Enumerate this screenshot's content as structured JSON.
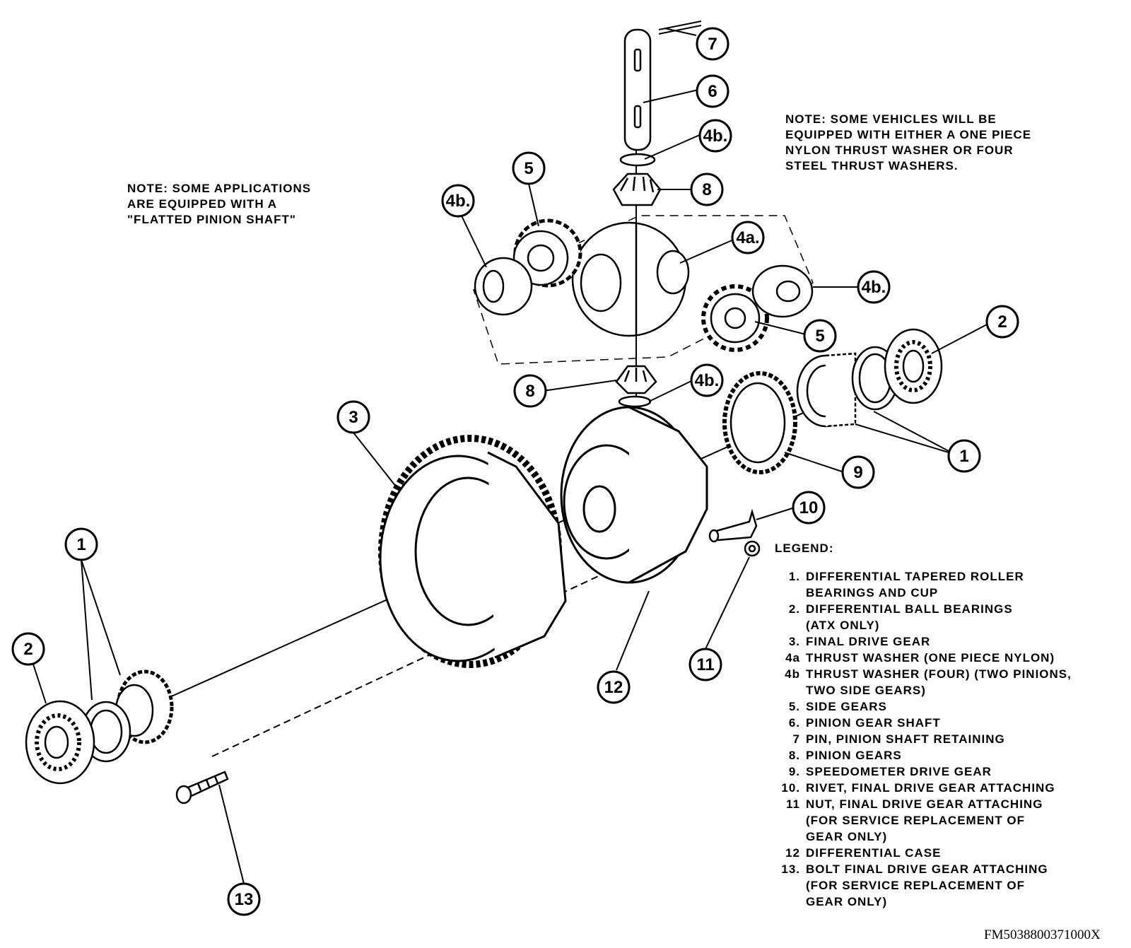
{
  "notes": {
    "left": "NOTE: SOME APPLICATIONS\nARE EQUIPPED WITH A\n\"FLATTED PINION SHAFT\"",
    "right": "NOTE: SOME VEHICLES WILL BE\nEQUIPPED WITH EITHER A ONE PIECE\nNYLON THRUST WASHER OR FOUR\nSTEEL THRUST WASHERS."
  },
  "callouts": [
    "7",
    "6",
    "4b.",
    "8",
    "5",
    "4b.",
    "4a.",
    "4b.",
    "5",
    "2",
    "8",
    "4b.",
    "3",
    "1",
    "9",
    "10",
    "1",
    "2",
    "12",
    "11",
    "13"
  ],
  "legend": {
    "title": "LEGEND:",
    "items": [
      {
        "num": "1.",
        "text": "DIFFERENTIAL TAPERED ROLLER\nBEARINGS AND CUP"
      },
      {
        "num": "2.",
        "text": "DIFFERENTIAL BALL BEARINGS\n(ATX ONLY)"
      },
      {
        "num": "3.",
        "text": "FINAL DRIVE GEAR"
      },
      {
        "num": "4a",
        "text": "THRUST WASHER (ONE PIECE NYLON)"
      },
      {
        "num": "4b",
        "text": "THRUST WASHER (FOUR) (TWO PINIONS,\nTWO SIDE GEARS)"
      },
      {
        "num": "5.",
        "text": "SIDE GEARS"
      },
      {
        "num": "6.",
        "text": "PINION GEAR SHAFT"
      },
      {
        "num": "7",
        "text": "PIN, PINION SHAFT RETAINING"
      },
      {
        "num": "8.",
        "text": "PINION GEARS"
      },
      {
        "num": "9.",
        "text": "SPEEDOMETER DRIVE GEAR"
      },
      {
        "num": "10.",
        "text": "RIVET, FINAL DRIVE GEAR ATTACHING"
      },
      {
        "num": "11",
        "text": "NUT, FINAL DRIVE GEAR ATTACHING\n(FOR SERVICE REPLACEMENT OF\nGEAR ONLY)"
      },
      {
        "num": "12",
        "text": "DIFFERENTIAL CASE"
      },
      {
        "num": "13.",
        "text": "BOLT FINAL DRIVE GEAR ATTACHING\n(FOR SERVICE REPLACEMENT OF\nGEAR ONLY)"
      }
    ]
  },
  "figure_id": "FM5038800371000X",
  "colors": {
    "ink": "#000000",
    "paper": "#ffffff"
  }
}
